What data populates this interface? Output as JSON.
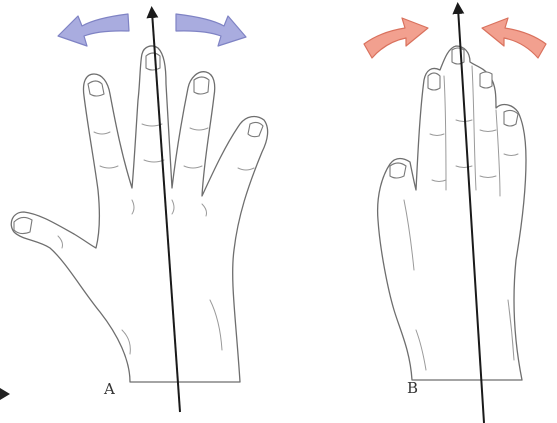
{
  "panels": [
    {
      "label": "A",
      "movement": "abduction",
      "arrow_color": "#a9acdf",
      "arrow_stroke": "#7f83c4"
    },
    {
      "label": "B",
      "movement": "adduction",
      "arrow_color": "#f2a08f",
      "arrow_stroke": "#d9715d"
    }
  ],
  "colors": {
    "axis": "#1a1a1a",
    "outline": "#6e6e6e",
    "background": "#ffffff"
  }
}
